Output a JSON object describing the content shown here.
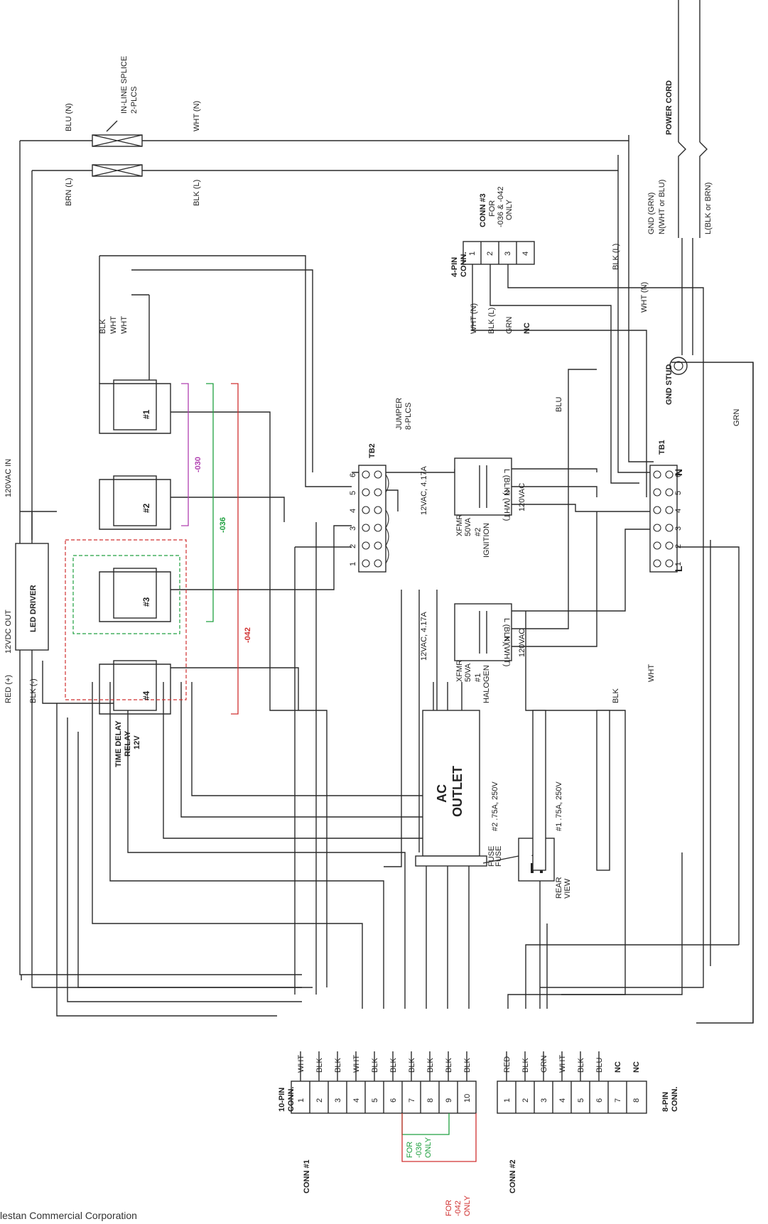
{
  "footer": "lestan Commercial Corporation",
  "labels": {
    "power_cord": "POWER CORD",
    "inline_splice": "IN-LINE SPLICE",
    "inline_splice_2": "2-PLCS",
    "blu_n": "BLU (N)",
    "wht_n": "WHT (N)",
    "brn_l": "BRN (L)",
    "blk_l": "BLK (L)",
    "gnd_grn": "GND (GRN)",
    "n_wht_blu": "N(WHT or BLU)",
    "l_blk_brn": "L(BLK or BRN)",
    "gnd_stud": "GND STUD",
    "tb1": "TB1",
    "tb2": "TB2",
    "jumper": "JUMPER",
    "jumper_2": "8-PLCS",
    "led_driver": "LED DRIVER",
    "led_in": "120VAC IN",
    "led_out": "12VDC OUT",
    "red_plus": "RED (+)",
    "blk_minus": "BLK (-)",
    "time_delay": "TIME DELAY",
    "relay": "RELAY",
    "relay_12v": "12V",
    "xfmr2_a": "XFMR",
    "xfmr2_b": "50VA",
    "xfmr2_c": "#2",
    "xfmr2_d": "IGNITION",
    "xfmr1_a": "XFMR",
    "xfmr1_b": "50VA",
    "xfmr1_c": "#1",
    "xfmr1_d": "HALOGEN",
    "l_blk": "L (BLK)",
    "v120": "120VAC",
    "n_wht": "N (WHT)",
    "v12": "12VAC, 4.17A",
    "ac": "AC",
    "outlet": "OUTLET",
    "rear_view": "REAR",
    "rear_view_2": "VIEW",
    "fuse2": "#2 .75A, 250V",
    "fuse1": "#1 .75A, 250V",
    "fuse": "FUSE",
    "conn3": "CONN #3",
    "conn3_for": "FOR",
    "conn3_for_2": "-036 & -042",
    "conn3_for_3": "ONLY",
    "pin4": "4-PIN",
    "pin4_2": "CONN.",
    "conn1": "CONN #1",
    "conn2": "CONN #2",
    "pin10": "10-PIN",
    "pin10_2": "CONN.",
    "pin8": "8-PIN",
    "pin8_2": "CONN.",
    "for036": "FOR",
    "for036_2": "-036",
    "for036_3": "ONLY",
    "for042": "FOR",
    "for042_2": "-042",
    "for042_3": "ONLY",
    "opt030": "-030",
    "opt036": "-036",
    "opt042": "-042",
    "nc": "NC"
  },
  "colors": {
    "wire": "#2a2a2a",
    "opt030": "#b040b0",
    "opt036": "#20a040",
    "opt042": "#d03030"
  },
  "conn1_pins": [
    "1",
    "2",
    "3",
    "4",
    "5",
    "6",
    "7",
    "8",
    "9",
    "10"
  ],
  "conn1_wires": [
    "WHT",
    "BLK",
    "BLK",
    "WHT",
    "BLK",
    "BLK",
    "BLK",
    "BLK",
    "BLK",
    "BLK"
  ],
  "conn2_pins": [
    "1",
    "2",
    "3",
    "4",
    "5",
    "6",
    "7",
    "8"
  ],
  "conn2_wires": [
    "RED",
    "BLK",
    "GRN",
    "WHT",
    "BLK",
    "BLU",
    "NC",
    "NC"
  ],
  "conn3_pins": [
    "1",
    "2",
    "3",
    "4"
  ],
  "conn3_wires": [
    "WHT (N)",
    "BLK (L)",
    "GRN",
    "NC"
  ],
  "tb2_pins": [
    "6",
    "5",
    "4",
    "3",
    "2",
    "1"
  ],
  "tb1_pins": [
    "6",
    "5",
    "4",
    "3",
    "2",
    "1"
  ],
  "tb1_n": "N",
  "tb1_l": "L",
  "relays": [
    "#1",
    "#2",
    "#3",
    "#4"
  ],
  "wire_labels": [
    "BLK",
    "WHT",
    "WHT",
    "BLU",
    "GRN",
    "BLK (L)",
    "WHT (N)",
    "BLK",
    "WHT"
  ]
}
